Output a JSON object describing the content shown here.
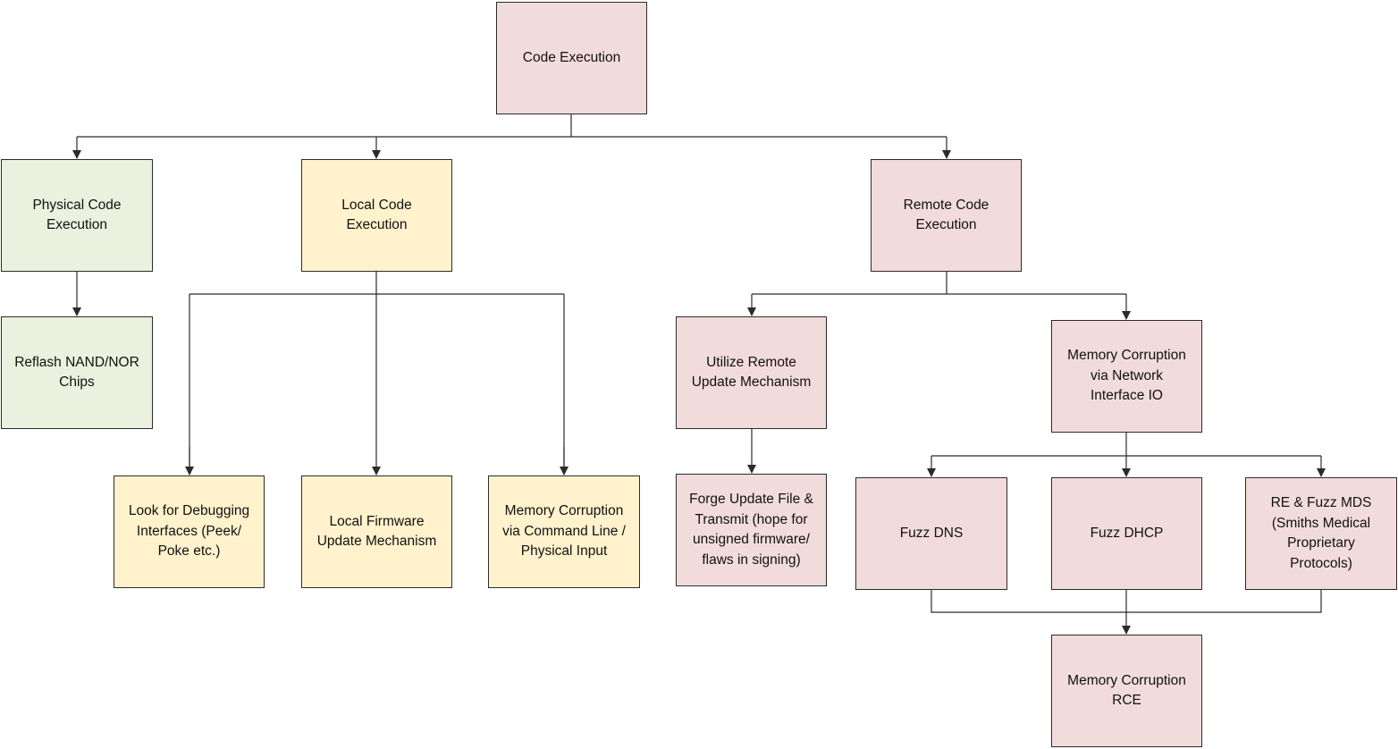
{
  "nodes": {
    "root": "Code Execution",
    "physical": "Physical Code\nExecution",
    "local": "Local Code\nExecution",
    "remote": "Remote Code\nExecution",
    "reflash": "Reflash NAND/NOR\nChips",
    "utilize": "Utilize Remote\nUpdate Mechanism",
    "memnet": "Memory Corruption\nvia Network\nInterface IO",
    "debug": "Look for Debugging\nInterfaces (Peek/\nPoke etc.)",
    "firmware": "Local Firmware\nUpdate Mechanism",
    "memcli": "Memory Corruption\nvia Command Line /\nPhysical Input",
    "forge": "Forge Update File &\nTransmit (hope for\nunsigned firmware/\nflaws in signing)",
    "dns": "Fuzz DNS",
    "dhcp": "Fuzz DHCP",
    "mds": "RE & Fuzz MDS\n(Smiths Medical\nProprietary\nProtocols)",
    "rce": "Memory Corruption\nRCE"
  },
  "colors": {
    "pink": "#f2dcdb",
    "green": "#ebf1de",
    "yellow": "#fff2cc",
    "line": "#2b2b2b"
  }
}
